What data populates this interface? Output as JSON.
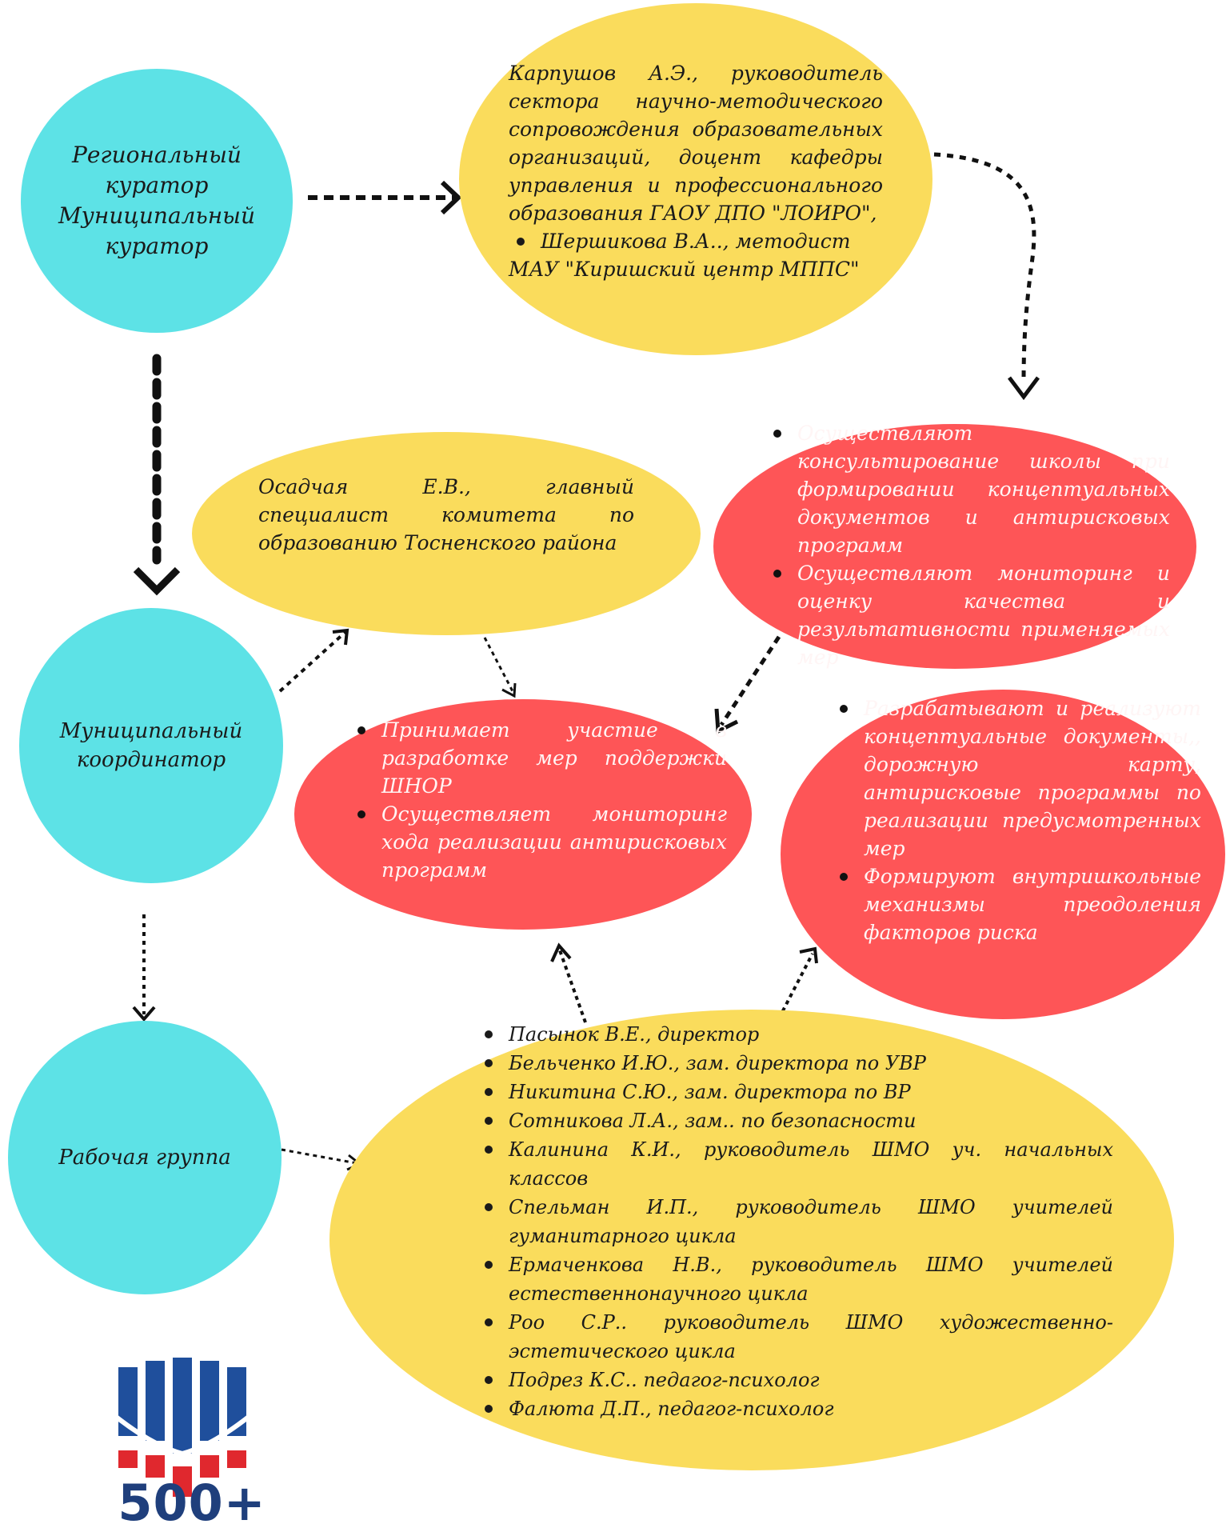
{
  "regional": {
    "line1": "Региональный куратор",
    "line2": "Муниципальный куратор"
  },
  "curators": {
    "text1": "Карпушов А.Э., руководитель сектора научно-методического сопровождения образовательных организаций, доцент кафедры управления и профессионального образования ГАОУ ДПО \"ЛОИРО\",",
    "bullet": "Шершикова В.А.., методист",
    "text2": "МАУ \"Киришский центр МППС\""
  },
  "curator_duties": [
    "Осуществляют консультирование школы при формировании концептуальных документов и антирисковых программ",
    "Осуществляют мониторинг и оценку качества и результативности применяемых мер"
  ],
  "municipal_coordinator": {
    "label": "Муниципальный координатор"
  },
  "osadchaya": {
    "text": "Осадчая Е.В., главный специалист комитета по образованию Тосненского района"
  },
  "coordinator_duties": [
    "Принимает участие в разработке мер поддержки ШНОР",
    "Осуществляет мониторинг хода реализации антирисковых программ"
  ],
  "school_duties": [
    "Разрабатывают и реализуют концептуальные документы,, дорожную карту, антирисковые программы по реализации предусмотренных мер",
    "Формируют внутришкольные механизмы преодоления факторов риска"
  ],
  "working_group": {
    "label": "Рабочая группа"
  },
  "members": [
    "Пасынок В.Е., директор",
    "Бельченко И.Ю., зам. директора по УВР",
    "Никитина С.Ю., зам. директора по ВР",
    "Сотникова Л.А., зам.. по безопасности",
    "Калинина К.И., руководитель ШМО уч. начальных классов",
    "Спельман И.П., руководитель ШМО учителей гуманитарного цикла",
    "Ермаченкова Н.В., руководитель ШМО учителей естественнонаучного цикла",
    "Роо С.Р.. руководитель ШМО художественно-эстетического цикла",
    "Подрез К.С.. педагог-психолог",
    "Фалюта Д.П., педагог-психолог"
  ],
  "logo": {
    "text": "500+"
  },
  "colors": {
    "cyan": "#5de2e6",
    "yellow": "#fadc5c",
    "red": "#fe5557",
    "logo_blue": "#1f4f9c",
    "logo_red": "#e0282e"
  }
}
